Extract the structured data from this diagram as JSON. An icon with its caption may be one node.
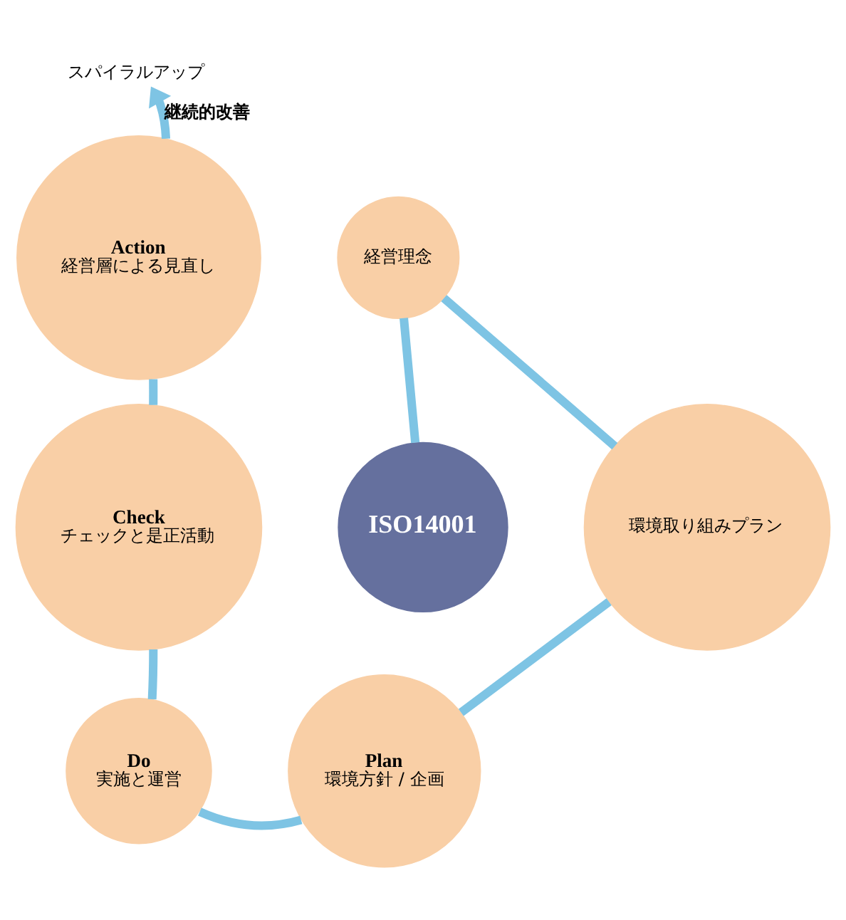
{
  "diagram": {
    "nodes": [
      {
        "text": [
          "スパイラルアップ"
        ]
      },
      {
        "text": [
          "Action",
          "経営層による見直し"
        ]
      },
      {
        "text": [
          "経営理念"
        ]
      },
      {
        "text": [
          "Check",
          "チェックと是正活動"
        ]
      },
      {
        "text": [
          "ISO14001"
        ]
      },
      {
        "text": [
          "環境取り組みプラン"
        ]
      },
      {
        "text": [
          "Plan",
          "環境方針 / 企画"
        ]
      },
      {
        "text": [
          "Do",
          "実施と運営"
        ]
      }
    ],
    "edges": [
      {
        "from": 4,
        "to": 2,
        "arrow": "none"
      },
      {
        "from": 2,
        "to": 5,
        "arrow": "none"
      },
      {
        "from": 5,
        "to": 6,
        "arrow": "none"
      },
      {
        "from": 6,
        "to": 7,
        "arrow": "none"
      },
      {
        "from": 7,
        "to": 3,
        "arrow": "none"
      },
      {
        "from": 3,
        "to": 1,
        "arrow": "none"
      },
      {
        "from": 1,
        "to": 0,
        "arrow": "to",
        "label": "継続的改善"
      }
    ]
  }
}
